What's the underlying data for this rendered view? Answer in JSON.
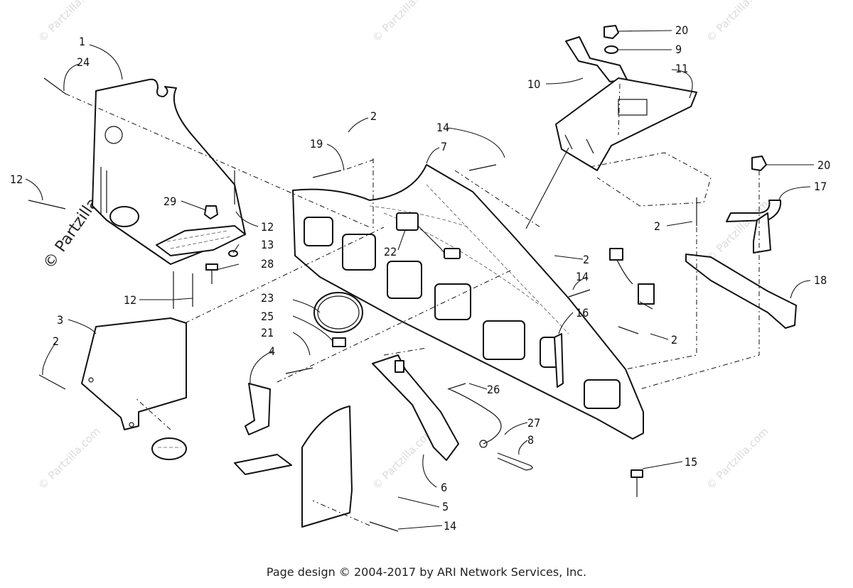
{
  "callouts": [
    "1",
    "24",
    "12",
    "29",
    "12",
    "13",
    "28",
    "12",
    "3",
    "2",
    "2",
    "19",
    "14",
    "7",
    "22",
    "23",
    "25",
    "21",
    "4",
    "2",
    "14",
    "16",
    "26",
    "27",
    "8",
    "6",
    "5",
    "14",
    "20",
    "9",
    "10",
    "11",
    "2",
    "20",
    "17",
    "18",
    "2",
    "15"
  ],
  "watermark": {
    "small": "© Partzilla.com",
    "large": "© Partzilla.com"
  },
  "footer": "Page design © 2004-2017 by ARI Network Services, Inc."
}
